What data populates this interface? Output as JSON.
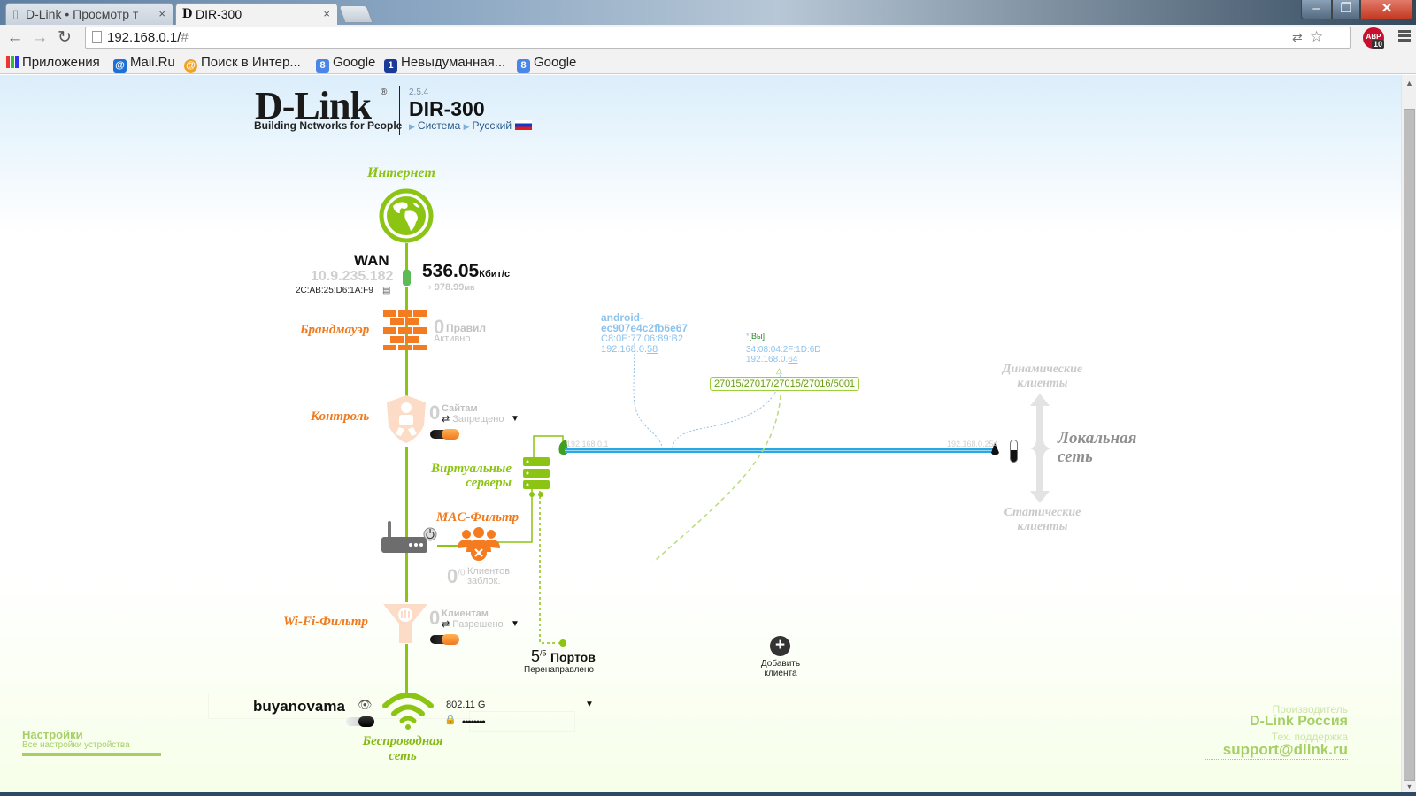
{
  "browser": {
    "tabs": [
      {
        "title": "D-Link • Просмотр т",
        "active": false
      },
      {
        "title": "DIR-300",
        "active": true
      }
    ],
    "url": "192.168.0.1/",
    "url_hash": "#",
    "bookmarks": [
      {
        "label": "Приложения",
        "icon": "apps-grid-icon"
      },
      {
        "label": "Mail.Ru",
        "icon": "mailru-icon"
      },
      {
        "label": "Поиск в Интер...",
        "icon": "search-icon"
      },
      {
        "label": "Google",
        "icon": "google-icon"
      },
      {
        "label": "Невыдуманная...",
        "icon": "channel-one-icon"
      },
      {
        "label": "Google",
        "icon": "google-icon"
      }
    ],
    "abp_badge": "10",
    "abp_label": "ABP"
  },
  "header": {
    "logo": "D-Link",
    "tagline": "Building Networks for People",
    "firmware": "2.5.4",
    "model": "DIR-300",
    "breadcrumb": [
      "Система",
      "Русский"
    ]
  },
  "internet": {
    "label": "Интернет"
  },
  "wan": {
    "label": "WAN",
    "ip": "10.9.235.182",
    "mac": "2C:AB:25:D6:1A:F9",
    "speed": "536.05",
    "speed_unit": "Кбит/с",
    "traffic": "978.99",
    "traffic_unit": "мв"
  },
  "firewall": {
    "label": "Брандмауэр",
    "count": "0",
    "unit": "Правил",
    "status": "Активно"
  },
  "control": {
    "label": "Контроль",
    "count": "0",
    "unit": "Сайтам",
    "status": "Запрещено",
    "enabled": true
  },
  "virtual_servers": {
    "label_line1": "Виртуальные",
    "label_line2": "серверы"
  },
  "mac_filter": {
    "label": "MAC-Фильтр",
    "count": "0",
    "total": "/0",
    "unit": "Клиентов",
    "status": "заблок."
  },
  "wifi_filter": {
    "label": "Wi-Fi-Фильтр",
    "count": "0",
    "unit": "Клиентам",
    "status": "Разрешено",
    "enabled": true
  },
  "ports": {
    "count": "5",
    "total": "/5",
    "label": "Портов",
    "status": "Перенаправлено"
  },
  "add_client": {
    "line1": "Добавить",
    "line2": "клиента"
  },
  "lan": {
    "start_ip": "192.168.0.1",
    "end_ip": "192.168.0.254",
    "label_line1": "Локальная",
    "label_line2": "сеть",
    "dynamic_line1": "Динамические",
    "dynamic_line2": "клиенты",
    "static_line1": "Статические",
    "static_line2": "клиенты",
    "clients": [
      {
        "name_line1": "android-",
        "name_line2": "ec907e4c2fb6e67",
        "mac": "C8:0E:77:06:89:B2",
        "ip_prefix": "192.168.0.",
        "ip_suffix": "58"
      },
      {
        "you_label": "[Вы]",
        "mac": "34:08:04:2F:1D:6D",
        "ip_prefix": "192.168.0.",
        "ip_suffix": "64",
        "ports": "27015/27017/27015/27016/5001"
      }
    ]
  },
  "wireless": {
    "ssid": "buyanovama",
    "mode": "802.11 G",
    "password_mask": "••••••••",
    "label_line1": "Беспроводная",
    "label_line2": "сеть",
    "enabled": false
  },
  "settings": {
    "title": "Настройки",
    "subtitle": "Все настройки устройства"
  },
  "footer": {
    "vendor_label": "Производитель",
    "vendor": "D-Link Россия",
    "support_label": "Тех. поддержка",
    "support_email": "support@dlink.ru"
  },
  "colors": {
    "accent_green": "#8cc414",
    "accent_orange": "#f07a1e",
    "lan_line": "#29a9e1"
  }
}
